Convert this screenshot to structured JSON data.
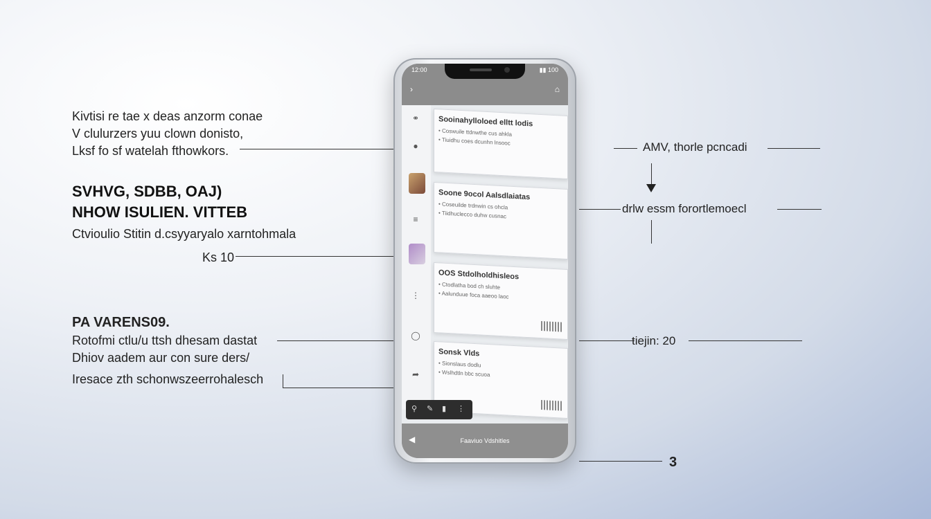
{
  "annotations": {
    "top_left": {
      "line1": "Kivtisi re tae x deas anzorm conae",
      "line2": "V clulurzers yuu clown donisto,",
      "line3": "Lksf fo sf watelah fthowkors."
    },
    "mid_left": {
      "title1": "SVHVG, SDBB, OAJ)",
      "title2": "NHOW ISULIEN. VITTEB",
      "line1": "Ctvioulio Stitin d.csyyaryalo xarntohmala",
      "value": "Ks 10"
    },
    "low_left": {
      "title": "PA VARENS09.",
      "line1": "Rotofmi ctlu/u ttsh dhesam dastat",
      "line2": "Dhiov aadem aur con sure ders/",
      "line3": "Iresace zth schonwszeerrohalesch"
    },
    "right_top": {
      "label": "AMV, thorle pcncadi"
    },
    "right_mid": {
      "label": "drlw essm forortlemoecl"
    },
    "right_low": {
      "label": "tiejin: 20"
    },
    "bottom_right": {
      "label": "3"
    }
  },
  "phone": {
    "status_left": "12:00",
    "status_right": "▮▮ 100",
    "top_left_icon": "back-icon",
    "top_right_icon": "person-icon",
    "cards": [
      {
        "title": "Sooinahylloloed elltt lodis",
        "lines": [
          "• Coswuile ttdnwthe cus ahkla",
          "• Tiuidhu coes dcunhn lnsooc"
        ]
      },
      {
        "title": "Soone 9ocol Aalsdlaiatas",
        "lines": [
          "• Coseuilde trdnwin cs ohcla",
          "• Tiidhuclecco duhw cusnac"
        ]
      },
      {
        "title": "OOS Stdolholdhisleos",
        "lines": [
          "• Ctodlatha bod ch sluhte",
          "• Aalunduue foca aaeoo laoc"
        ]
      },
      {
        "title": "Sonsk Vlds",
        "lines": [
          "• Sionslaus dodlu",
          "• Wslhdtln bbc scuoa"
        ]
      }
    ],
    "bottom_label": "Faaviuo Vdshitles"
  }
}
